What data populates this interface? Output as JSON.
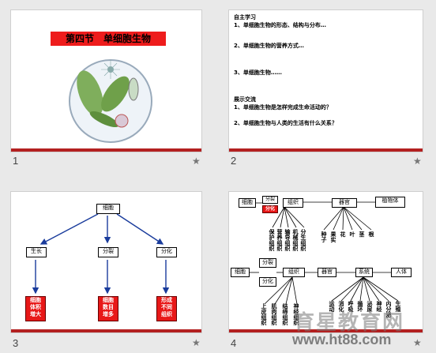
{
  "slides": [
    {
      "number": "1",
      "title": "第四节　单细胞生物"
    },
    {
      "number": "2",
      "heading1": "自主学习",
      "q1": "1、单细胞生物的形态、结构与分布…",
      "q2": "2、单细胞生物的营养方式…",
      "q3": "3、单细胞生物……",
      "heading2": "展示交流",
      "q4": "1、单细胞生物是怎样完成生命活动的？",
      "q5": "2、单细胞生物与人类的生活有什么关系？"
    },
    {
      "number": "3",
      "root": "细胞",
      "branches": [
        "生长",
        "分裂",
        "分化"
      ],
      "results": [
        "细胞\n体积\n增大",
        "细胞\n数目\n增多",
        "形成\n不同\n组织"
      ]
    },
    {
      "number": "4",
      "top_row": [
        "细胞",
        "组织",
        "器官",
        "植物体"
      ],
      "top_labels": [
        "分裂",
        "分化"
      ],
      "plant_tissues": [
        "保护组织",
        "营养组织",
        "输导组织",
        "机械组织",
        "分生组织"
      ],
      "plant_organs": [
        "根",
        "茎",
        "叶",
        "花",
        "果实",
        "种子"
      ],
      "bottom_row": [
        "细胞",
        "组织",
        "器官",
        "系统",
        "人体"
      ],
      "bottom_labels": [
        "分裂",
        "分化"
      ],
      "animal_tissues": [
        "上皮组织",
        "肌肉组织",
        "结缔组织",
        "神经组织"
      ],
      "animal_systems": [
        "运动",
        "消化",
        "呼吸",
        "循环",
        "泌尿",
        "神经",
        "内分泌",
        "生殖"
      ]
    }
  ],
  "watermark": {
    "cn": "育星教育网",
    "url": "www.ht88.com"
  },
  "star_icon": "★"
}
